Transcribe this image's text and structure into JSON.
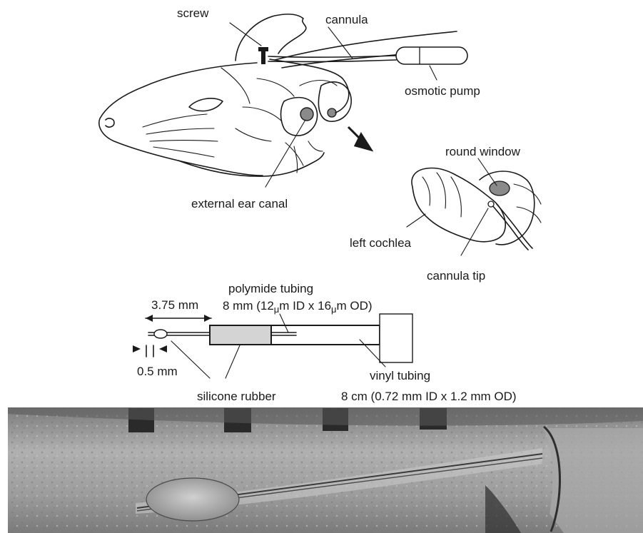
{
  "labels": {
    "screw": "screw",
    "cannula": "cannula",
    "osmotic_pump": "osmotic pump",
    "external_ear_canal": "external ear canal",
    "round_window": "round window",
    "left_cochlea": "left cochlea",
    "cannula_tip": "cannula tip",
    "polyimide_title": "polymide  tubing",
    "polyimide_dim_prefix": "8 mm (12",
    "polyimide_mu1": "μ",
    "polyimide_dim_mid": "m ID x 16",
    "polyimide_mu2": "μ",
    "polyimide_dim_suffix": "m OD)",
    "length_3_75": "3.75 mm",
    "length_0_5": "0.5 mm",
    "silicone_rubber": "silicone rubber",
    "vinyl_tubing": "vinyl tubing",
    "vinyl_dims": "8 cm (0.72 mm ID x 1.2 mm OD)"
  },
  "colors": {
    "ink": "#1a1a1a",
    "silicone_fill": "#d4d4d4",
    "photo_mid": "#9a9a9a",
    "photo_dark": "#2e2e2e"
  }
}
